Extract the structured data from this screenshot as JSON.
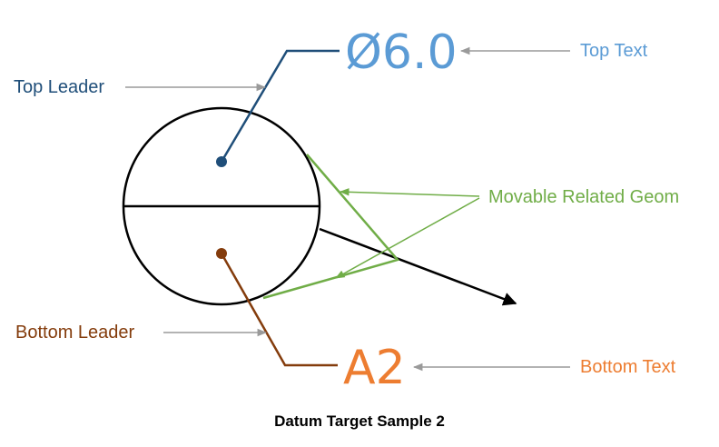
{
  "diagram": {
    "caption": "Datum Target Sample 2",
    "top_text_value": "Ø6.0",
    "bottom_text_value": "A2",
    "labels": {
      "top_leader": "Top Leader",
      "top_text": "Top Text",
      "movable_related_geom": "Movable Related Geom",
      "bottom_leader": "Bottom Leader",
      "bottom_text": "Bottom Text"
    },
    "colors": {
      "top": "#1f4e79",
      "top_text": "#5b9bd5",
      "green": "#70ad47",
      "bottom": "#843c0c",
      "bottom_text": "#ed7d31",
      "symbol": "#000000",
      "arrow_gray": "#9a9a9a"
    }
  }
}
